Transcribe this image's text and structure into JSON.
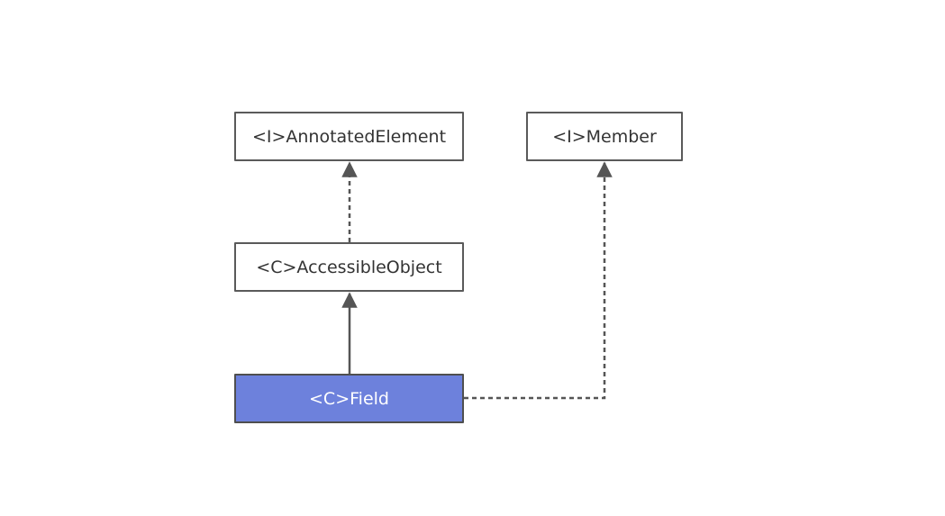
{
  "diagram": {
    "nodes": {
      "annotated_element": {
        "label": "<I>AnnotatedElement",
        "kind": "interface"
      },
      "member": {
        "label": "<I>Member",
        "kind": "interface"
      },
      "accessible_object": {
        "label": "<C>AccessibleObject",
        "kind": "class"
      },
      "field": {
        "label": "<C>Field",
        "kind": "class",
        "highlighted": true
      }
    },
    "edges": [
      {
        "from": "accessible_object",
        "to": "annotated_element",
        "style": "dashed",
        "relation": "implements"
      },
      {
        "from": "field",
        "to": "accessible_object",
        "style": "solid",
        "relation": "extends"
      },
      {
        "from": "field",
        "to": "member",
        "style": "dashed",
        "relation": "implements"
      }
    ],
    "colors": {
      "highlight_fill": "#6d81dc",
      "border": "#5a5a5a",
      "line": "#555555"
    }
  }
}
